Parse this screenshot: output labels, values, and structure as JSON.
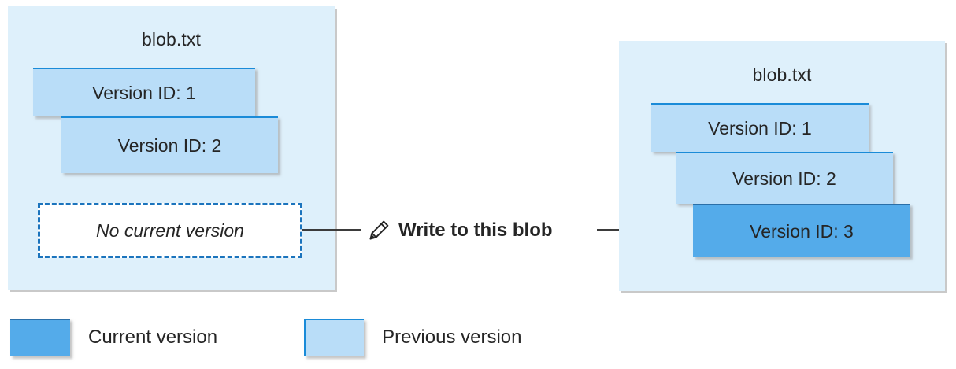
{
  "diagram": {
    "title_before": "blob.txt",
    "title_after": "blob.txt",
    "panel_before": {
      "name": "blob.txt",
      "versions": [
        {
          "label": "Version ID: 1",
          "state": "previous"
        },
        {
          "label": "Version ID: 2",
          "state": "previous"
        }
      ],
      "current_version_placeholder": "No current version"
    },
    "action": {
      "icon": "pencil-icon",
      "label": "Write to this blob"
    },
    "panel_after": {
      "name": "blob.txt",
      "versions": [
        {
          "label": "Version ID: 1",
          "state": "previous"
        },
        {
          "label": "Version ID: 2",
          "state": "previous"
        },
        {
          "label": "Version ID: 3",
          "state": "current"
        }
      ]
    }
  },
  "legend": {
    "items": [
      {
        "label": "Current version",
        "color": "#54ABEA"
      },
      {
        "label": "Previous version",
        "color": "#B9DDF8"
      }
    ]
  },
  "colors": {
    "panel_background": "#DEF0FB",
    "previous_version": "#B9DDF8",
    "previous_version_border": "#1A8BD8",
    "current_version": "#54ABEA",
    "current_version_border": "#2B6FA8",
    "dashed_border": "#1B74BD",
    "connector": "#3B3B3B",
    "text": "#252525"
  }
}
